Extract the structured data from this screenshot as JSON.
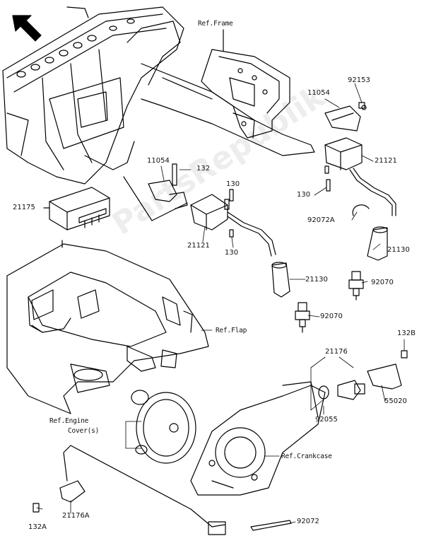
{
  "parts": {
    "p92153": "92153",
    "p11054_top": "11054",
    "p21121_top": "21121",
    "p11054_left": "11054",
    "p132": "132",
    "p130_a": "130",
    "p130_b": "130",
    "p130_c": "130",
    "p21175": "21175",
    "p21121_mid": "21121",
    "p92072A": "92072A",
    "p21130_r": "21130",
    "p21130_l": "21130",
    "p92070_r": "92070",
    "p92070_l": "92070",
    "p132B": "132B",
    "p21176": "21176",
    "p55020": "55020",
    "p92055": "92055",
    "p21176A": "21176A",
    "p132A": "132A",
    "p92072": "92072"
  },
  "refs": {
    "frame": "Ref.Frame",
    "flap": "Ref.Flap",
    "engine_cover_1": "Ref.Engine",
    "engine_cover_2": "Cover(s)",
    "crankcase": "Ref.Crankcase"
  },
  "watermark": "PartsRepublik"
}
